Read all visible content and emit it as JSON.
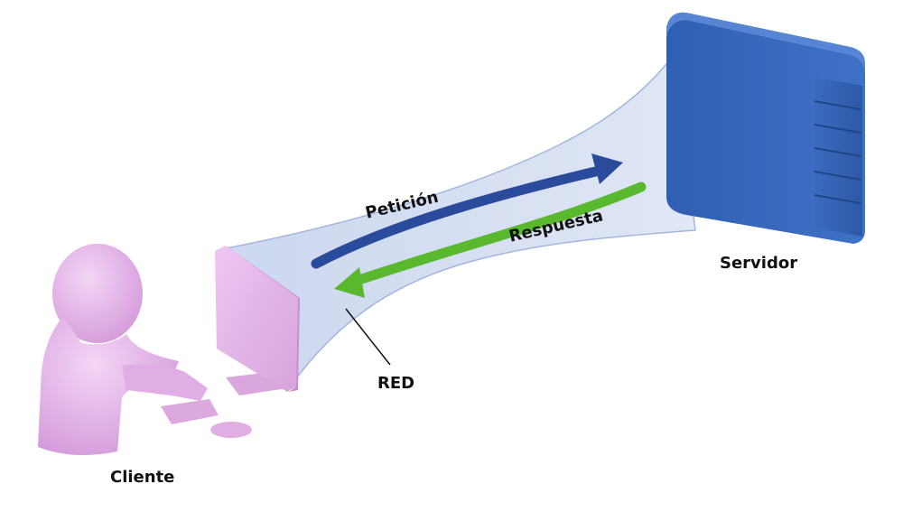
{
  "diagram": {
    "client_label": "Cliente",
    "server_label": "Servidor",
    "network_label": "RED",
    "request_label": "Petición",
    "response_label": "Respuesta"
  },
  "colors": {
    "network_tube": "#d6dff2",
    "network_tube_edge": "#9fb3dd",
    "request_arrow": "#2a4a9c",
    "response_arrow": "#5ab82e",
    "server": "#3a67b8",
    "client": "#e3b5e8"
  },
  "icons": [
    "person-icon",
    "monitor-icon",
    "keyboard-icon",
    "mouse-icon",
    "server-icon"
  ]
}
